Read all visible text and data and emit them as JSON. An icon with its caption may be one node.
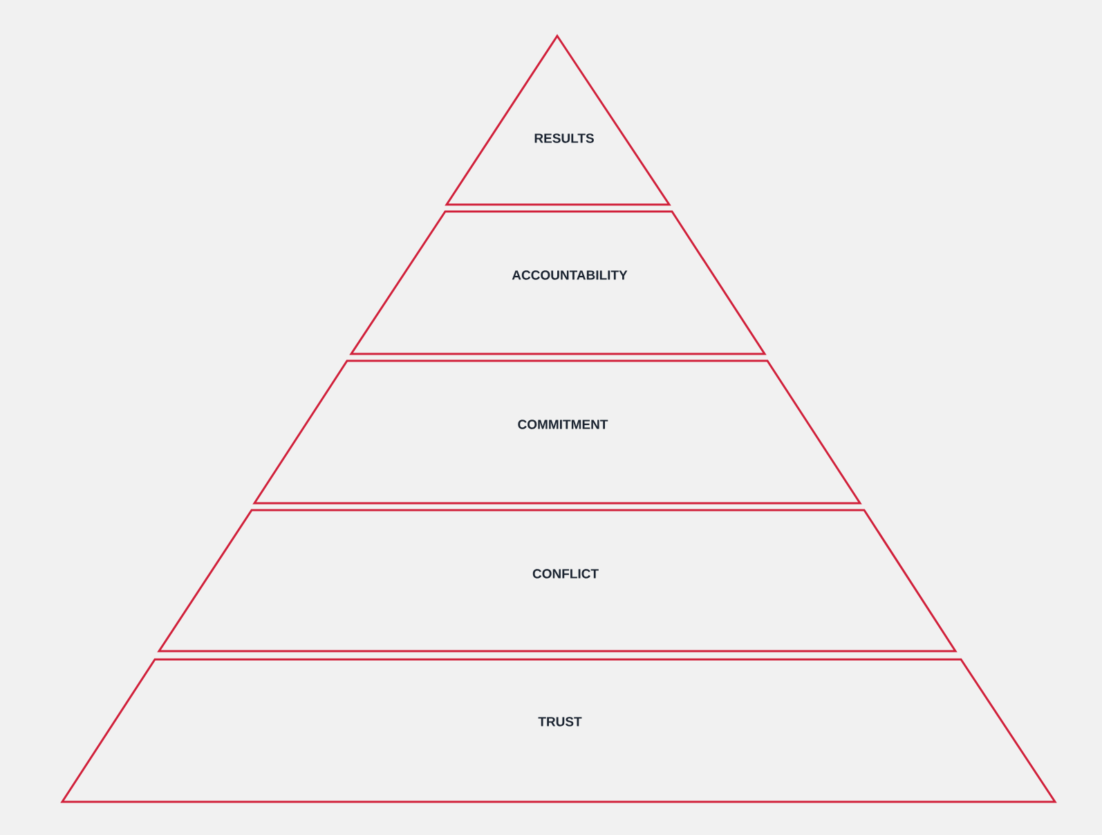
{
  "diagram": {
    "nodes": [
      {
        "text": [
          "RESULTS"
        ]
      },
      {
        "text": [
          "ACCOUNTABILITY"
        ]
      },
      {
        "text": [
          "COMMITMENT"
        ]
      },
      {
        "text": [
          "CONFLICT"
        ]
      },
      {
        "text": [
          "TRUST"
        ]
      }
    ]
  }
}
